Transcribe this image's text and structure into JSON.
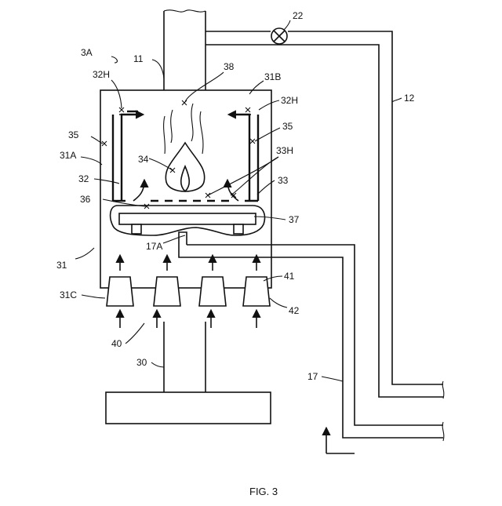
{
  "figure_label": "FIG. 3",
  "labels": {
    "l3A": "3A",
    "l11": "11",
    "l22": "22",
    "l12": "12",
    "l32H_left": "32H",
    "l32H_right": "32H",
    "l38": "38",
    "l31B": "31B",
    "l35_left": "35",
    "l35_right": "35",
    "l31A": "31A",
    "l34": "34",
    "l33H": "33H",
    "l32": "32",
    "l33": "33",
    "l36": "36",
    "l37": "37",
    "l17A": "17A",
    "l31": "31",
    "l41": "41",
    "l31C": "31C",
    "l42": "42",
    "l40": "40",
    "l30": "30",
    "l17": "17"
  }
}
